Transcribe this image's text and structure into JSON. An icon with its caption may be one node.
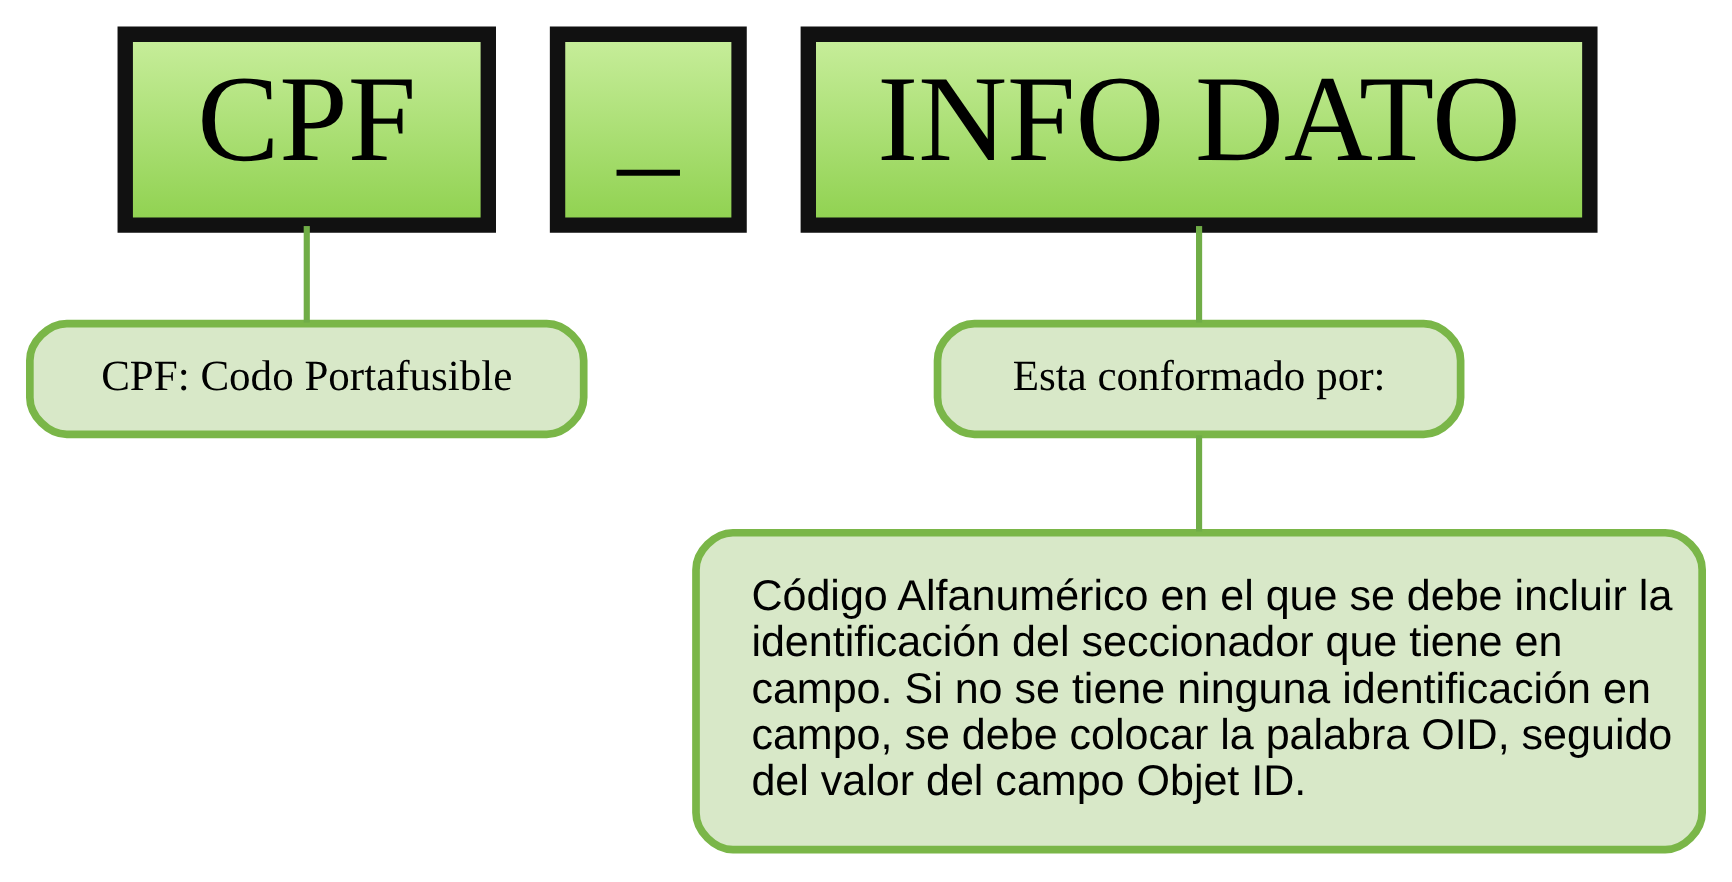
{
  "diagram": {
    "nodes": [
      {
        "text": [
          "CPF"
        ]
      },
      {
        "text": [
          "_"
        ]
      },
      {
        "text": [
          "INFO DATO"
        ]
      },
      {
        "text": [
          "CPF: Codo Portafusible"
        ]
      },
      {
        "text": [
          "Esta conformado por:"
        ]
      },
      {
        "text": [
          "Código Alfanumérico en el que se debe incluir la identificación del seccionador que tiene en campo. Si no se tiene ninguna identificación en campo, se debe colocar la palabra OID, seguido del valor del campo Objet ID."
        ]
      }
    ],
    "edges": [
      {
        "from": 0,
        "to": 3,
        "arrow": "none"
      },
      {
        "from": 2,
        "to": 4,
        "arrow": "none"
      },
      {
        "from": 4,
        "to": 5,
        "arrow": "none"
      }
    ]
  }
}
